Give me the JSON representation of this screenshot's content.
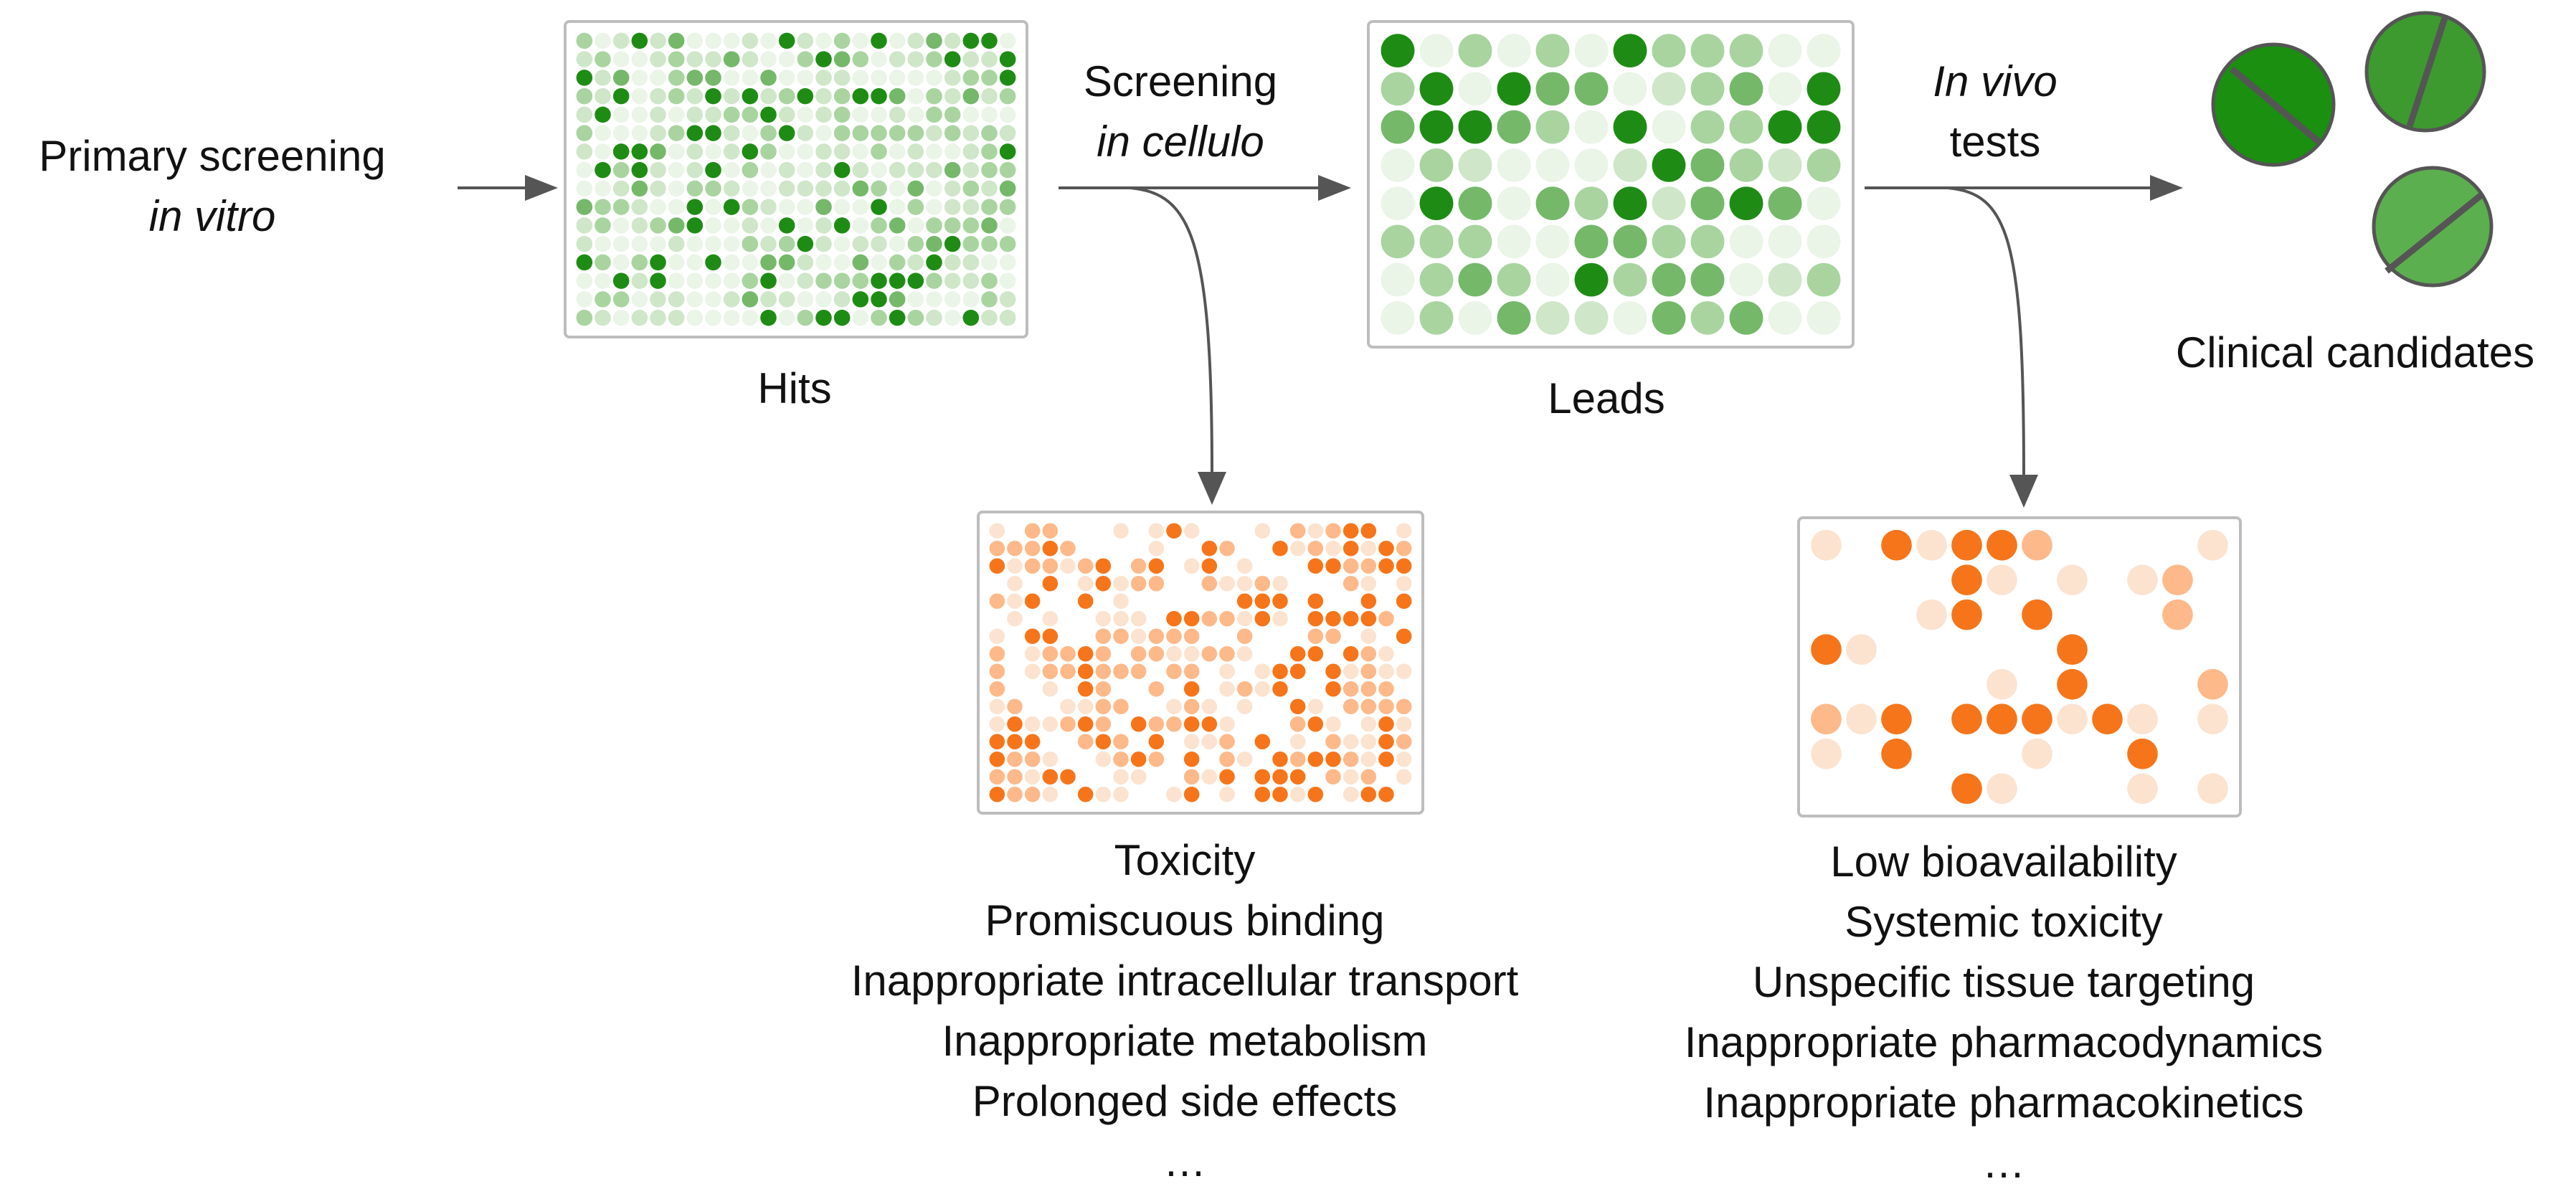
{
  "stages": {
    "primary": {
      "line1": "Primary screening",
      "line2": "in vitro"
    },
    "screening": {
      "line1": "Screening",
      "line2": "in cellulo"
    },
    "invivo": {
      "line1_italic": "In vivo",
      "line2": "tests"
    }
  },
  "plates": {
    "hits": {
      "label": "Hits",
      "cols": 24,
      "rows": 16
    },
    "leads": {
      "label": "Leads",
      "cols": 12,
      "rows": 8
    },
    "cellulo_failures": {
      "cols": 24,
      "rows": 16
    },
    "invivo_failures": {
      "cols": 12,
      "rows": 8
    }
  },
  "outcome": {
    "label": "Clinical candidates"
  },
  "failures_in_cellulo": {
    "items": [
      "Toxicity",
      "Promiscuous binding",
      "Inappropriate intracellular transport",
      "Inappropriate metabolism",
      "Prolonged side effects"
    ],
    "more": "…"
  },
  "failures_in_vivo": {
    "items": [
      "Low bioavailability",
      "Systemic toxicity",
      "Unspecific tissue targeting",
      "Inappropriate pharmacodynamics",
      "Inappropriate pharmacokinetics"
    ],
    "more": "…"
  },
  "colors": {
    "green_shades": [
      "#eaf4e7",
      "#cfe6c9",
      "#a9d4a0",
      "#75b86a",
      "#1e8c14"
    ],
    "orange_shades": [
      "#fbe3cf",
      "#fdb98a",
      "#f6751a"
    ],
    "pill_colors": [
      "#1a8f10",
      "#3d9a2f",
      "#5caf4e"
    ],
    "arrow": "#555555",
    "plate_border": "#bdbdbd"
  }
}
